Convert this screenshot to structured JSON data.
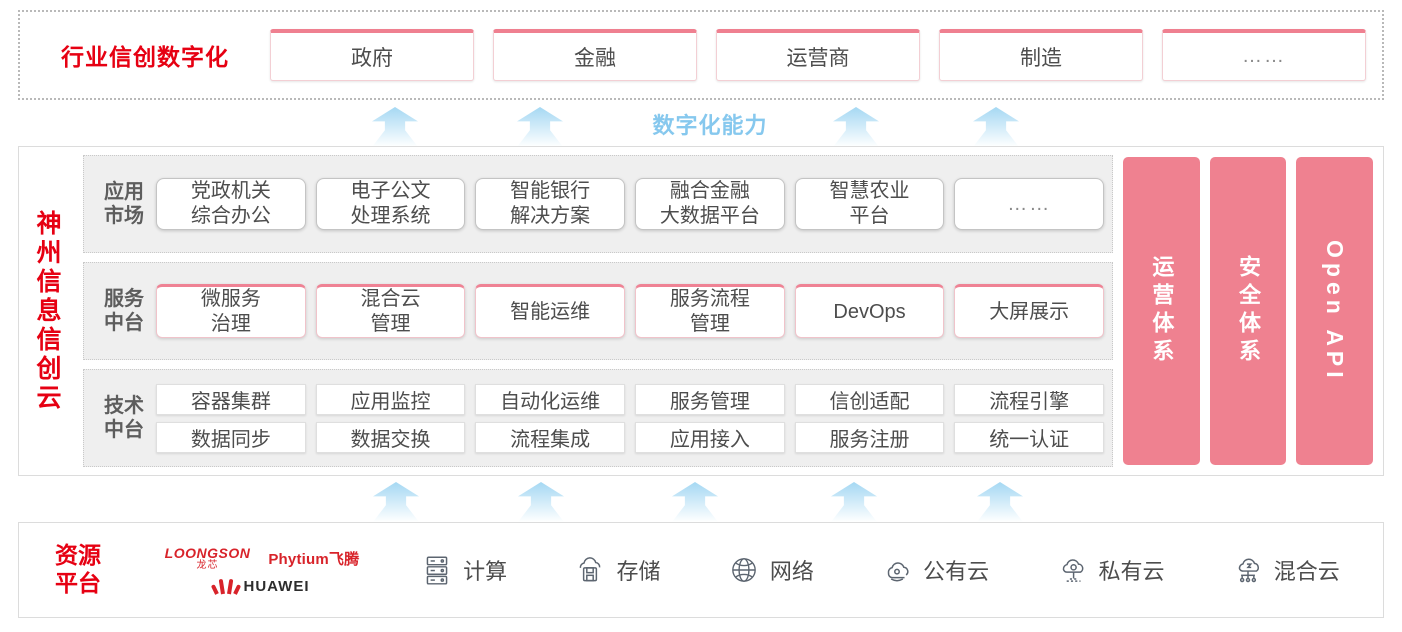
{
  "industry": {
    "title": "行业信创数字化",
    "cards": [
      {
        "label": "政府"
      },
      {
        "label": "金融"
      },
      {
        "label": "运营商"
      },
      {
        "label": "制造"
      },
      {
        "label": "……"
      }
    ]
  },
  "capability": {
    "label": "数字化能力",
    "arrow_count_top": 4,
    "arrow_count_bottom": 5
  },
  "cloud": {
    "title_chars": [
      "神",
      "州",
      "信",
      "息",
      "信",
      "创",
      "云"
    ],
    "rows": [
      {
        "label": "应用\n市场",
        "label_lines": [
          "应用",
          "市场"
        ],
        "cards": [
          {
            "lines": [
              "党政机关",
              "综合办公"
            ]
          },
          {
            "lines": [
              "电子公文",
              "处理系统"
            ]
          },
          {
            "lines": [
              "智能银行",
              "解决方案"
            ]
          },
          {
            "lines": [
              "融合金融",
              "大数据平台"
            ]
          },
          {
            "lines": [
              "智慧农业",
              "平台"
            ]
          },
          {
            "lines": [
              "……"
            ]
          }
        ]
      },
      {
        "label_lines": [
          "服务",
          "中台"
        ],
        "cards": [
          {
            "lines": [
              "微服务",
              "治理"
            ]
          },
          {
            "lines": [
              "混合云",
              "管理"
            ]
          },
          {
            "lines": [
              "智能运维"
            ]
          },
          {
            "lines": [
              "服务流程",
              "管理"
            ]
          },
          {
            "lines": [
              "DevOps"
            ]
          },
          {
            "lines": [
              "大屏展示"
            ]
          }
        ]
      },
      {
        "label_lines": [
          "技术",
          "中台"
        ],
        "line1": [
          "容器集群",
          "应用监控",
          "自动化运维",
          "服务管理",
          "信创适配",
          "流程引擎"
        ],
        "line2": [
          "数据同步",
          "数据交换",
          "流程集成",
          "应用接入",
          "服务注册",
          "统一认证"
        ]
      }
    ],
    "pillars": [
      {
        "label": "运营体系",
        "type": "cjk"
      },
      {
        "label": "安全体系",
        "type": "cjk"
      },
      {
        "label": "Open API",
        "type": "latin"
      }
    ]
  },
  "resource": {
    "title_lines": [
      "资源",
      "平台"
    ],
    "vendors": [
      {
        "name_en": "LOONGSON",
        "name_cn": "龙芯"
      },
      {
        "name": "Phytium飞腾"
      },
      {
        "name": "HUAWEI"
      }
    ],
    "items": [
      {
        "icon": "server-rack-icon",
        "label": "计算"
      },
      {
        "icon": "cloud-storage-icon",
        "label": "存储"
      },
      {
        "icon": "network-globe-icon",
        "label": "网络"
      },
      {
        "icon": "public-cloud-icon",
        "label": "公有云"
      },
      {
        "icon": "private-cloud-icon",
        "label": "私有云"
      },
      {
        "icon": "hybrid-cloud-icon",
        "label": "混合云"
      }
    ]
  },
  "colors": {
    "brand_red": "#e60012",
    "pillar_pink": "#ef8190",
    "card_pink_border": "#ef8294",
    "arrow_blue": "#a5d8f3",
    "capability_text": "#86c8ee"
  }
}
